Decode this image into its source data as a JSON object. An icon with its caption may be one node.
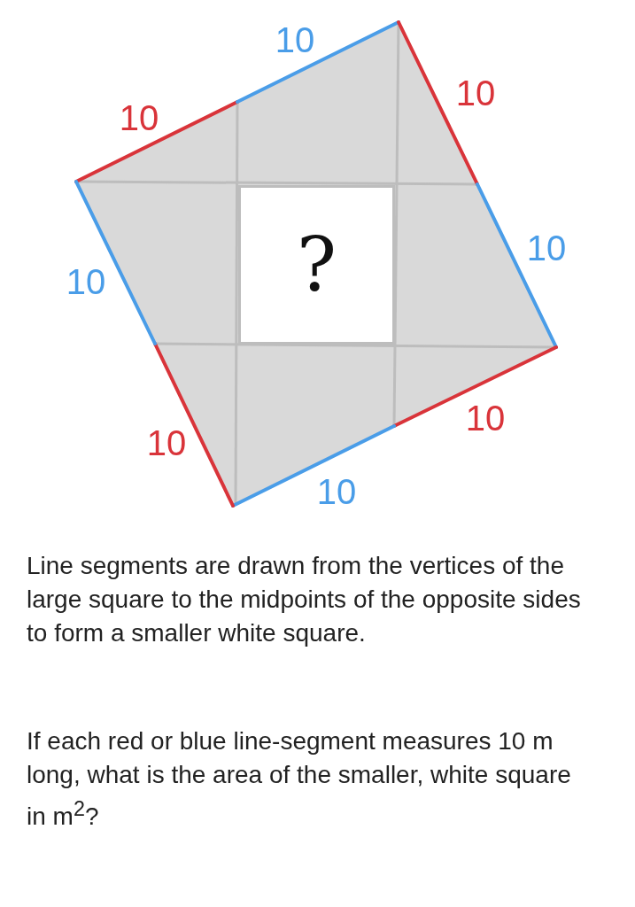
{
  "diagram": {
    "nodes": [
      {
        "text": [
          "?"
        ]
      }
    ],
    "edges": [],
    "labels": [
      "10",
      "10",
      "10",
      "10",
      "10",
      "10",
      "10",
      "10",
      "Line segments are drawn from the vertices of the large square to the midpoints of the opposite sides to form a smaller white square.",
      "If each red or blue line-segment measures 10 m long, what is the area of the smaller, white square in m$^{2}$?"
    ]
  }
}
